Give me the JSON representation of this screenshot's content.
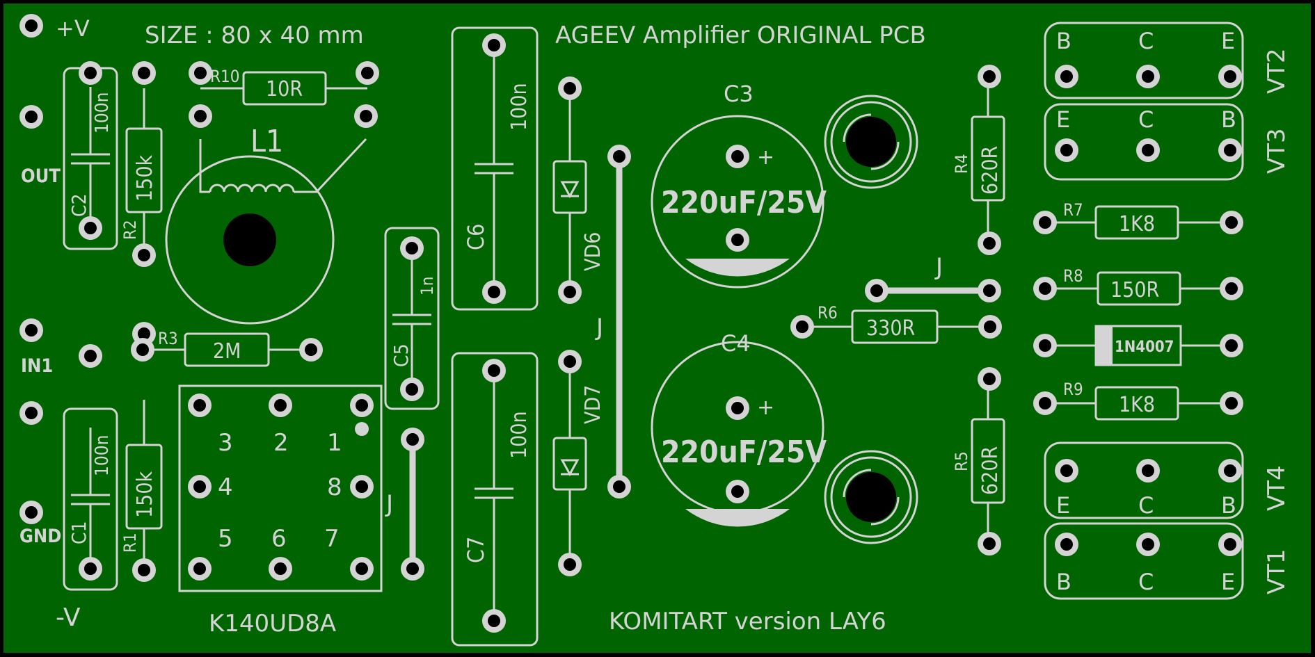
{
  "colors": {
    "board": "#006400",
    "silk": "#d4d4d4",
    "hole": "#000000",
    "edge": "#000000"
  },
  "title": "AGEEV Amplifier ORIGINAL PCB",
  "size": "SIZE : 80 x 40 mm",
  "footer": "KOMITART version LAY6",
  "connectors": {
    "pos_v": "+V",
    "out": "OUT",
    "in1": "IN1",
    "gnd": "GND",
    "neg_v": "-V"
  },
  "ic": {
    "name": "K140UD8A",
    "pins": [
      "1",
      "2",
      "3",
      "4",
      "5",
      "6",
      "7",
      "8"
    ]
  },
  "inductor": "L1",
  "resistors": {
    "R1": {
      "ref": "R1",
      "value": "150k"
    },
    "R2": {
      "ref": "R2",
      "value": "150k"
    },
    "R3": {
      "ref": "R3",
      "value": "2M"
    },
    "R4": {
      "ref": "R4",
      "value": "620R"
    },
    "R5": {
      "ref": "R5",
      "value": "620R"
    },
    "R6": {
      "ref": "R6",
      "value": "330R"
    },
    "R7": {
      "ref": "R7",
      "value": "1K8"
    },
    "R8": {
      "ref": "R8",
      "value": "150R"
    },
    "R9": {
      "ref": "R9",
      "value": "1K8"
    },
    "R10": {
      "ref": "R10",
      "value": "10R"
    }
  },
  "capacitors": {
    "C1": {
      "ref": "C1",
      "value": "100n"
    },
    "C2": {
      "ref": "C2",
      "value": "100n"
    },
    "C3": {
      "ref": "C3",
      "value": "220uF/25V"
    },
    "C4": {
      "ref": "C4",
      "value": "220uF/25V"
    },
    "C5": {
      "ref": "C5",
      "value": "1n"
    },
    "C6": {
      "ref": "C6",
      "value": "100n"
    },
    "C7": {
      "ref": "C7",
      "value": "100n"
    }
  },
  "diodes": {
    "VD6": "VD6",
    "VD7": "VD7",
    "D1": "1N4007"
  },
  "jumper": "J",
  "plus": "+",
  "transistors": {
    "VT2": {
      "ref": "VT2",
      "pins": [
        "B",
        "C",
        "E"
      ]
    },
    "VT3": {
      "ref": "VT3",
      "pins": [
        "E",
        "C",
        "B"
      ]
    },
    "VT4": {
      "ref": "VT4",
      "pins": [
        "E",
        "C",
        "B"
      ]
    },
    "VT1": {
      "ref": "VT1",
      "pins": [
        "B",
        "C",
        "E"
      ]
    }
  }
}
